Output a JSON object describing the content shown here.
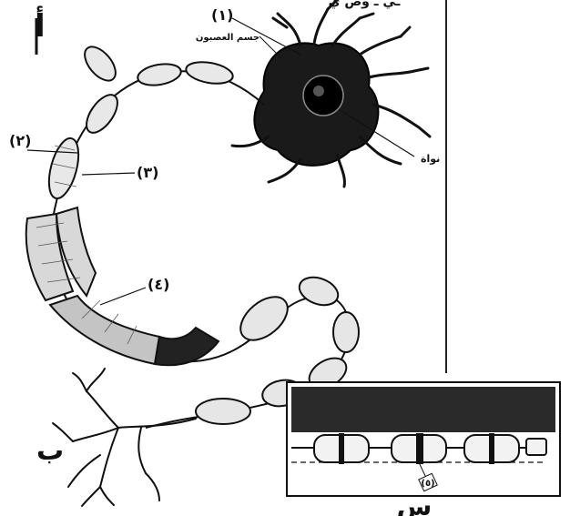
{
  "title_fragment": "ـي ـ وص ي",
  "panels": {
    "a": "أ",
    "b": "ب",
    "c": "ﺱ"
  },
  "labels": {
    "l1": "(١)",
    "l1_caption": "جسم العصبون",
    "l2": "(٢)",
    "l3": "(٣)",
    "l4": "(٤)",
    "l5": "(٥)",
    "nucleus_tag": "نواة"
  }
}
